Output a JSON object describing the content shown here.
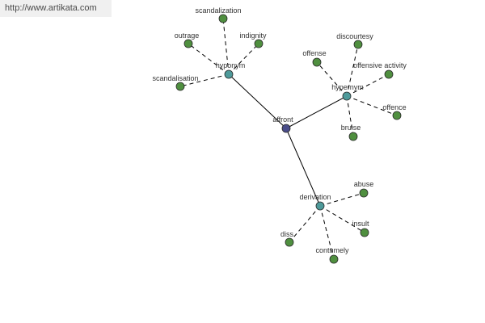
{
  "watermark": "http://www.artikata.com",
  "colors": {
    "center": "#4a4d8a",
    "hub": "#4e9a9a",
    "leaf": "#4f8f3f"
  },
  "graph": {
    "center": {
      "id": "affront",
      "label": "affront"
    },
    "hubs": [
      {
        "id": "hyponym",
        "label": "hyponym"
      },
      {
        "id": "hypernym",
        "label": "hypernym"
      },
      {
        "id": "derivation",
        "label": "derivation"
      }
    ],
    "leaves": [
      {
        "id": "scandalization",
        "label": "scandalization",
        "hub": "hyponym"
      },
      {
        "id": "outrage",
        "label": "outrage",
        "hub": "hyponym"
      },
      {
        "id": "indignity",
        "label": "indignity",
        "hub": "hyponym"
      },
      {
        "id": "scandalisation",
        "label": "scandalisation",
        "hub": "hyponym"
      },
      {
        "id": "discourtesy",
        "label": "discourtesy",
        "hub": "hypernym"
      },
      {
        "id": "offense",
        "label": "offense",
        "hub": "hypernym"
      },
      {
        "id": "offensive-activity",
        "label": "offensive activity",
        "hub": "hypernym"
      },
      {
        "id": "offence",
        "label": "offence",
        "hub": "hypernym"
      },
      {
        "id": "bruise",
        "label": "bruise",
        "hub": "hypernym"
      },
      {
        "id": "abuse",
        "label": "abuse",
        "hub": "derivation"
      },
      {
        "id": "insult",
        "label": "insult",
        "hub": "derivation"
      },
      {
        "id": "diss",
        "label": "diss",
        "hub": "derivation"
      },
      {
        "id": "contumely",
        "label": "contumely",
        "hub": "derivation"
      }
    ]
  }
}
